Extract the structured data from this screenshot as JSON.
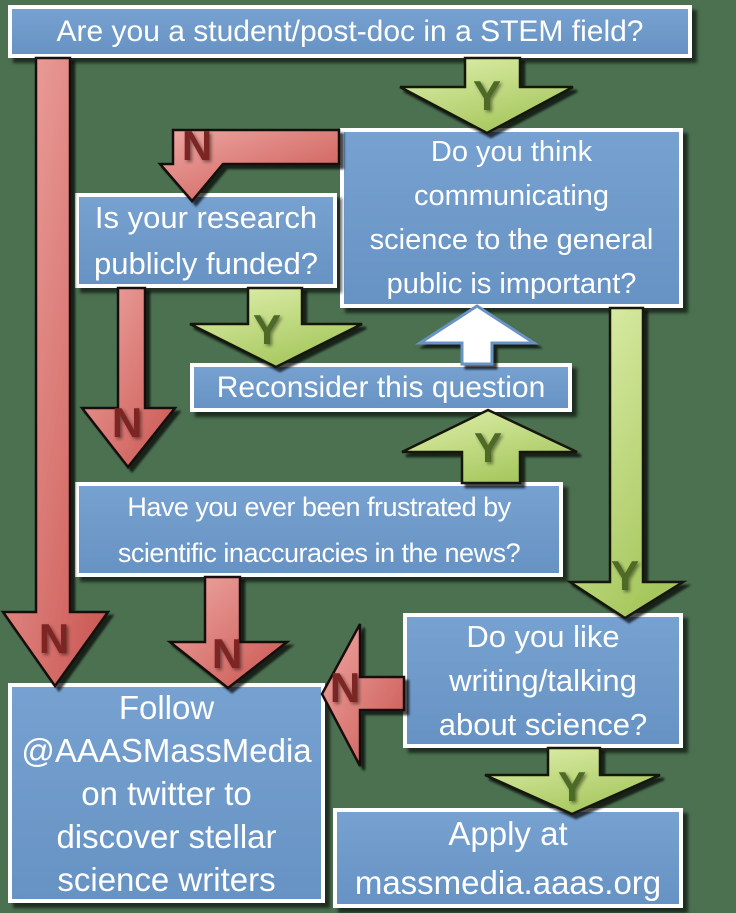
{
  "title": "AAAS Mass Media fellowship decision flowchart",
  "colors": {
    "bg": "#4b7151",
    "box_fill": "#6793c4",
    "box_fill_light": "#76a1d0",
    "box_border": "#ffffff",
    "text": "#ffffff",
    "green_light": "#e0f0ae",
    "green_dark": "#a6c75d",
    "green_letter": "#4d6a26",
    "red_light": "#efa8a4",
    "red_dark": "#c9544f",
    "red_letter": "#7c2522"
  },
  "labels": {
    "yes": "Y",
    "no": "N"
  },
  "nodes": {
    "stem": {
      "lines": [
        "Are you a student/post-doc in a STEM field?"
      ]
    },
    "communicating": {
      "lines": [
        "Do you think",
        "communicating",
        "science to the general",
        "public is important?"
      ]
    },
    "funded": {
      "lines": [
        "Is your research",
        "publicly funded?"
      ]
    },
    "reconsider": {
      "lines": [
        "Reconsider this question"
      ]
    },
    "frustrated": {
      "lines": [
        "Have you ever been frustrated by",
        "scientific inaccuracies in the news?"
      ]
    },
    "writing": {
      "lines": [
        "Do you like",
        "writing/talking",
        "about science?"
      ]
    },
    "follow": {
      "lines": [
        "Follow",
        "@AAASMassMedia",
        "on twitter to",
        "discover stellar",
        "science writers"
      ]
    },
    "apply": {
      "lines": [
        "Apply at",
        "massmedia.aaas.org"
      ]
    }
  }
}
